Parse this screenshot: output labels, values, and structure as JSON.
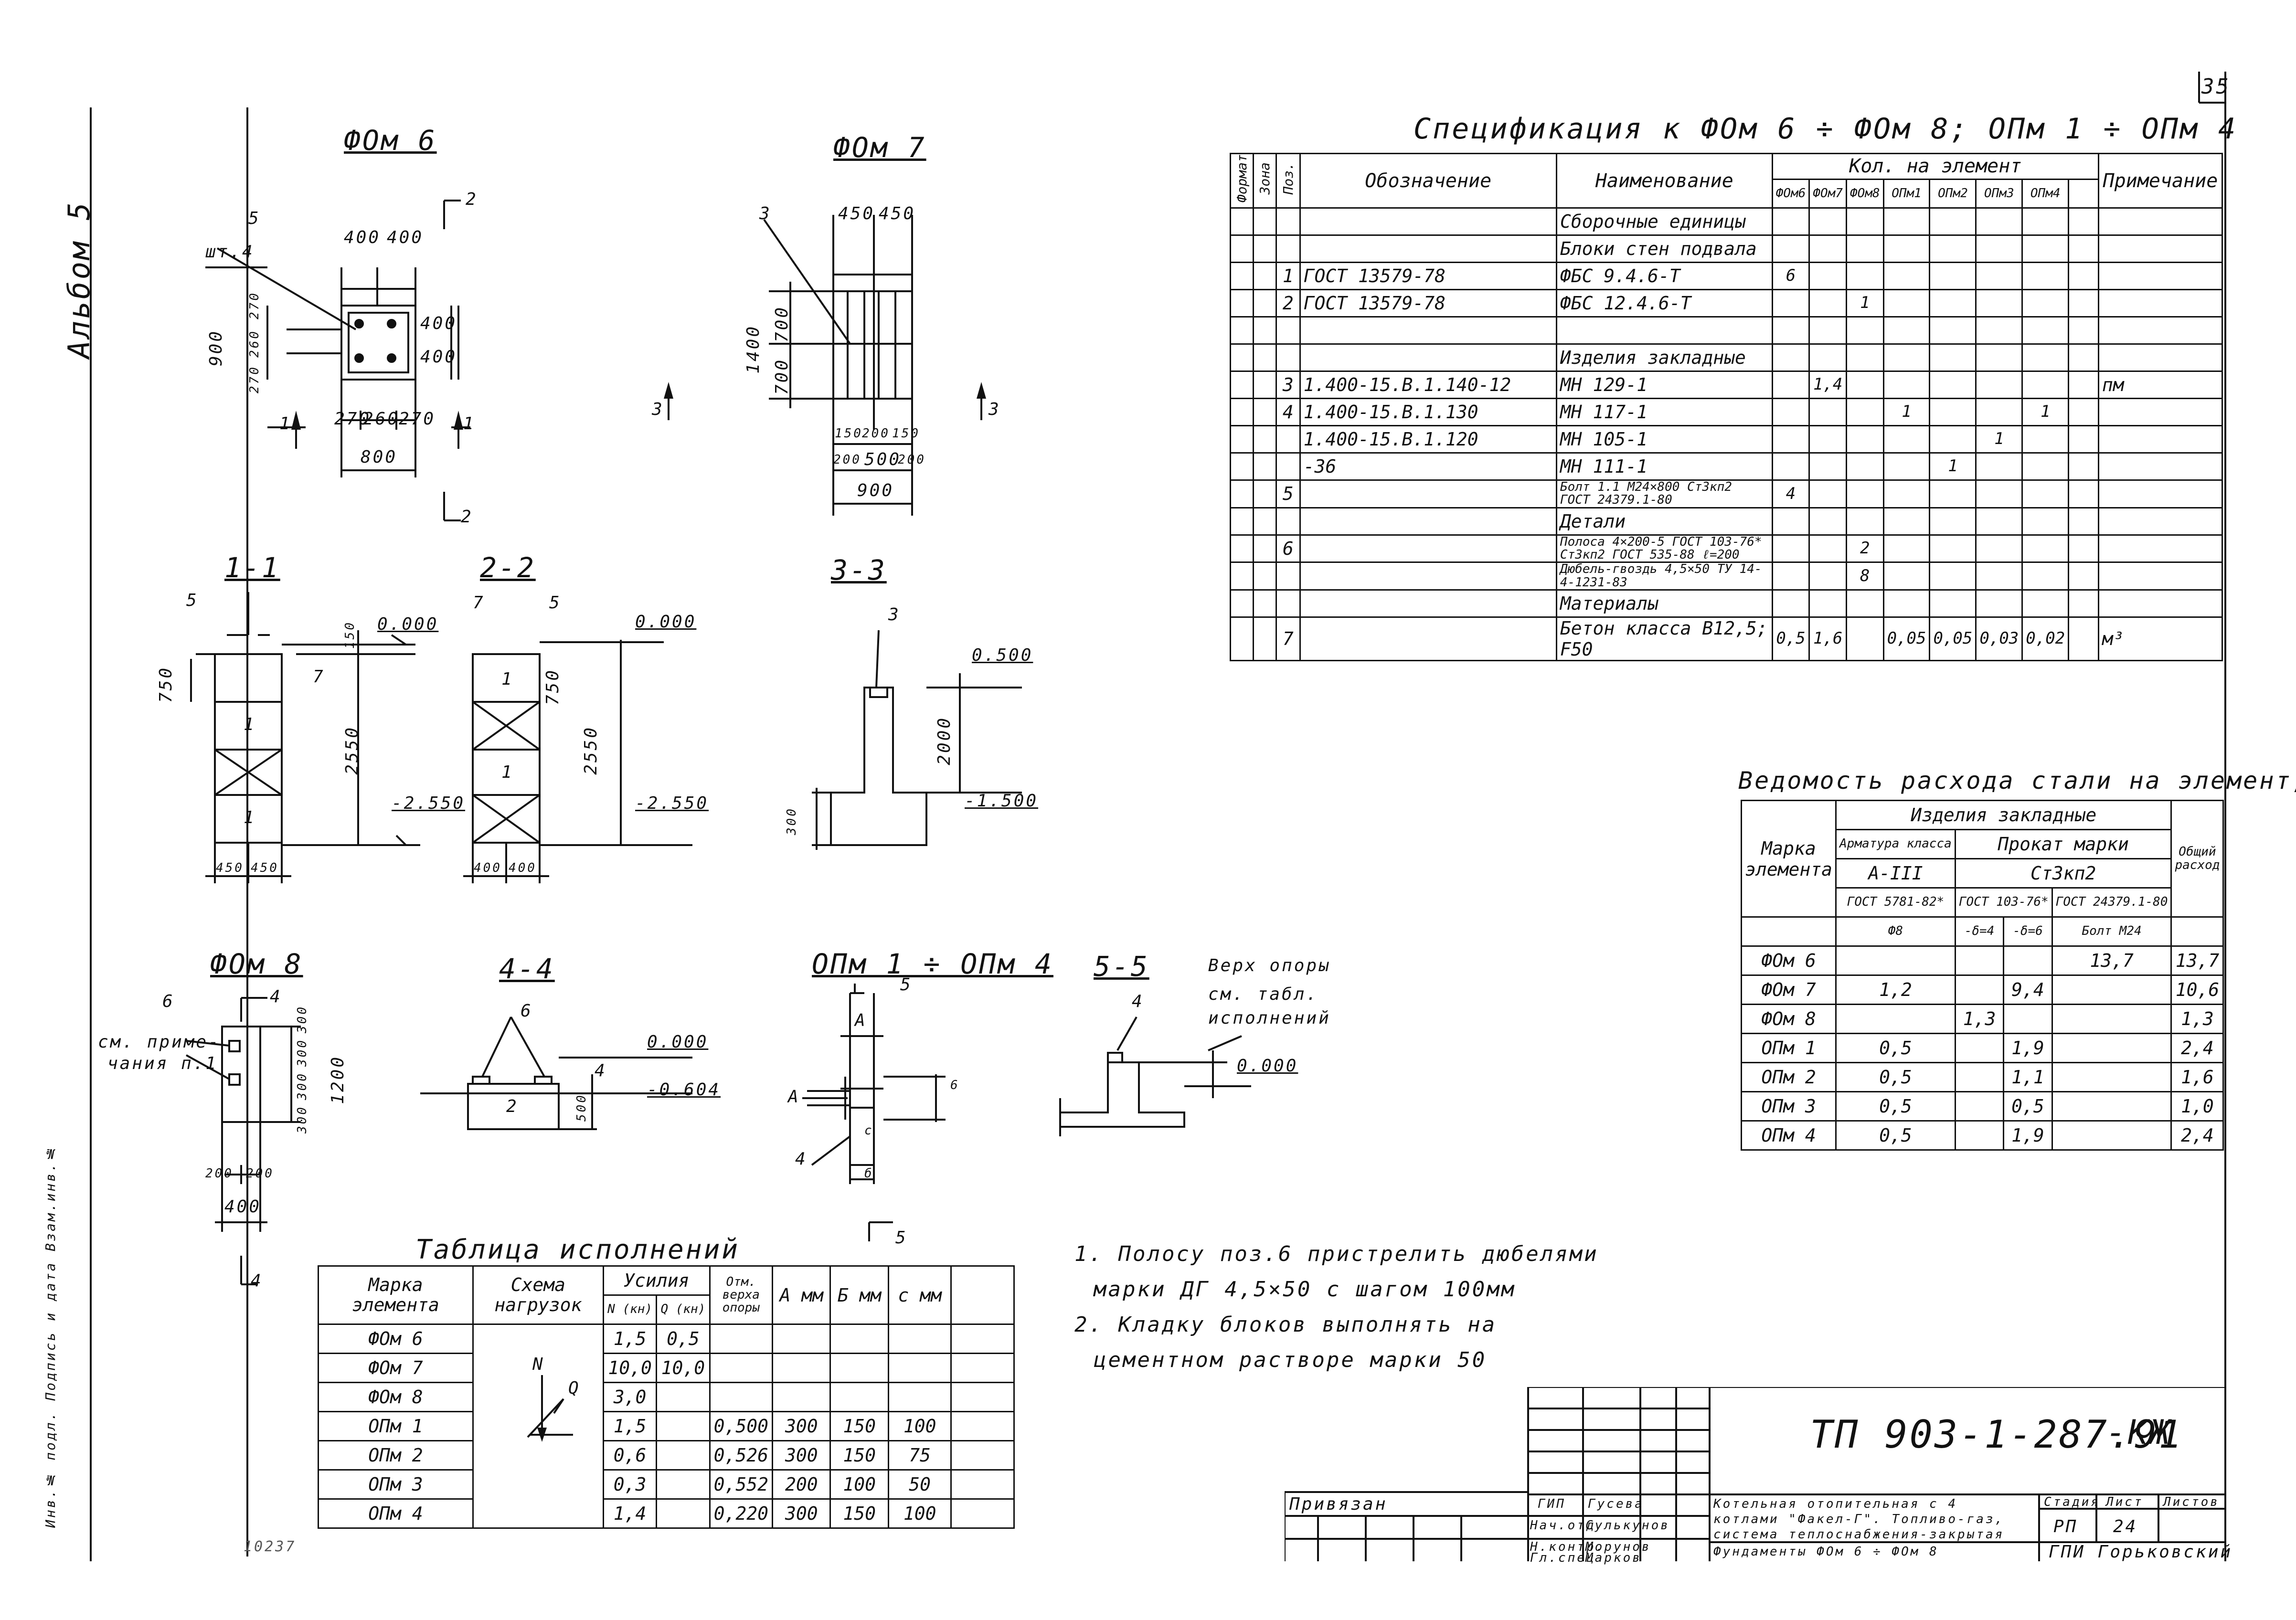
{
  "page_number": "35",
  "album": "Альбом 5",
  "stamp_vertical": "Инв.№ подл. Подпись и дата Взам.инв.№",
  "views": {
    "fom6": "ФОм 6",
    "fom7": "ФОм 7",
    "fom8": "ФОм 8",
    "s11": "1-1",
    "s22": "2-2",
    "s33": "3-3",
    "s44": "4-4",
    "s55": "5-5",
    "opm": "ОПм 1 ÷ ОПм 4"
  },
  "dims": {
    "d400a": "400",
    "d400b": "400",
    "d270a": "270",
    "d260": "260",
    "d270b": "270",
    "d900": "900",
    "d400r": "400",
    "d400r2": "400",
    "b270a": "270",
    "b260": "260",
    "b270b": "270",
    "d800": "800",
    "sht4": "шт.4",
    "p5": "5",
    "m1a": "1",
    "m1b": "1",
    "m2a": "2",
    "m2b": "2",
    "d450a": "450",
    "d450b": "450",
    "d700a": "700",
    "d700b": "700",
    "d1400": "1400",
    "d150a": "150",
    "d200a": "200",
    "d150b": "150",
    "d200b": "200",
    "d500": "500",
    "d200c": "200",
    "d900b": "900",
    "p3": "3",
    "m3a": "3",
    "m3b": "3",
    "s1_5": "5",
    "s1_7": "7",
    "s1_000": "0.000",
    "s1_150": "150",
    "s1_750": "750",
    "s1_2550": "2550",
    "s1_m2550": "-2.550",
    "s1_1a": "1",
    "s1_1b": "1",
    "s1_450a": "450",
    "s1_450b": "450",
    "s2_7": "7",
    "s2_5": "5",
    "s2_000": "0.000",
    "s2_750": "750",
    "s2_2550": "2550",
    "s2_m2550": "-2.550",
    "s2_1a": "1",
    "s2_1b": "1",
    "s2_400a": "400",
    "s2_400b": "400",
    "s3_3": "3",
    "s3_500": "0.500",
    "s3_2000": "2000",
    "s3_m1500": "-1.500",
    "s3_300": "300",
    "f8_6": "6",
    "f8_note": "см. приме-",
    "f8_note2": "чания п.1",
    "f8_300a": "300",
    "f8_300b": "300",
    "f8_300c": "300",
    "f8_300d": "300",
    "f8_1200": "1200",
    "f8_200a": "200",
    "f8_200b": "200",
    "f8_400": "400",
    "f8_4a": "4",
    "f8_4b": "4",
    "s4_6": "6",
    "s4_000": "0.000",
    "s4_m604": "-0.604",
    "s4_2": "2",
    "s4_500": "500",
    "s4_4": "4",
    "op_A1": "A",
    "op_A2": "A",
    "op_5a": "5",
    "op_5b": "5",
    "op_4": "4",
    "op_6": "6",
    "op_b": "б",
    "op_c": "с",
    "s5_4": "4",
    "s5_000": "0.000",
    "s5_note1": "Верх опоры",
    "s5_note2": "см. табл.",
    "s5_note3": "исполнений"
  },
  "spec": {
    "title": "Спецификация к ФОм 6 ÷ ФОм 8; ОПм 1 ÷ ОПм 4",
    "headers": {
      "format": "Формат",
      "zone": "Зона",
      "pos": "Поз.",
      "designation": "Обозначение",
      "name": "Наименование",
      "qty": "Кол. на элемент",
      "cols": [
        "ФОм6",
        "ФОм7",
        "ФОм8",
        "ОПм1",
        "ОПм2",
        "ОПм3",
        "ОПм4"
      ],
      "note": "Примечание"
    },
    "rows": [
      {
        "pos": "",
        "des": "",
        "name": "Сборочные единицы",
        "q": [
          "",
          "",
          "",
          "",
          "",
          "",
          ""
        ],
        "note": ""
      },
      {
        "pos": "",
        "des": "",
        "name": "Блоки стен подвала",
        "q": [
          "",
          "",
          "",
          "",
          "",
          "",
          ""
        ],
        "note": ""
      },
      {
        "pos": "1",
        "des": "ГОСТ 13579-78",
        "name": "ФБС 9.4.6-Т",
        "q": [
          "6",
          "",
          "",
          "",
          "",
          "",
          ""
        ],
        "note": ""
      },
      {
        "pos": "2",
        "des": "ГОСТ 13579-78",
        "name": "ФБС 12.4.6-Т",
        "q": [
          "",
          "",
          "1",
          "",
          "",
          "",
          ""
        ],
        "note": ""
      },
      {
        "pos": "",
        "des": "",
        "name": "",
        "q": [
          "",
          "",
          "",
          "",
          "",
          "",
          ""
        ],
        "note": ""
      },
      {
        "pos": "",
        "des": "",
        "name": "Изделия закладные",
        "q": [
          "",
          "",
          "",
          "",
          "",
          "",
          ""
        ],
        "note": ""
      },
      {
        "pos": "3",
        "des": "1.400-15.В.1.140-12",
        "name": "МН 129-1",
        "q": [
          "",
          "1,4",
          "",
          "",
          "",
          "",
          ""
        ],
        "note": "пм"
      },
      {
        "pos": "4",
        "des": "1.400-15.В.1.130",
        "name": "МН 117-1",
        "q": [
          "",
          "",
          "",
          "1",
          "",
          "",
          "1"
        ],
        "note": ""
      },
      {
        "pos": "",
        "des": "1.400-15.В.1.120",
        "name": "МН 105-1",
        "q": [
          "",
          "",
          "",
          "",
          "",
          "1",
          ""
        ],
        "note": ""
      },
      {
        "pos": "",
        "des": "-36",
        "name": "МН 111-1",
        "q": [
          "",
          "",
          "",
          "",
          "1",
          "",
          ""
        ],
        "note": ""
      },
      {
        "pos": "5",
        "des": "",
        "name": "Болт 1.1 М24×800 Ст3кп2 ГОСТ 24379.1-80",
        "q": [
          "4",
          "",
          "",
          "",
          "",
          "",
          ""
        ],
        "note": ""
      },
      {
        "pos": "",
        "des": "",
        "name": "Детали",
        "q": [
          "",
          "",
          "",
          "",
          "",
          "",
          ""
        ],
        "note": ""
      },
      {
        "pos": "6",
        "des": "",
        "name": "Полоса 4×200-5 ГОСТ 103-76* Ст3кп2 ГОСТ 535-88 ℓ=200",
        "q": [
          "",
          "",
          "2",
          "",
          "",
          "",
          ""
        ],
        "note": ""
      },
      {
        "pos": "",
        "des": "",
        "name": "Дюбель-гвоздь 4,5×50 ТУ 14-4-1231-83",
        "q": [
          "",
          "",
          "8",
          "",
          "",
          "",
          ""
        ],
        "note": ""
      },
      {
        "pos": "",
        "des": "",
        "name": "Материалы",
        "q": [
          "",
          "",
          "",
          "",
          "",
          "",
          ""
        ],
        "note": ""
      },
      {
        "pos": "7",
        "des": "",
        "name": "Бетон класса В12,5; F50",
        "q": [
          "0,5",
          "1,6",
          "",
          "0,05",
          "0,05",
          "0,03",
          "0,02"
        ],
        "note": "м³"
      }
    ]
  },
  "steel": {
    "title": "Ведомость расхода стали на элемент, кг",
    "h_mark": "Марка элемента",
    "h_items": "Изделия закладные",
    "h_arm": "Арматура класса",
    "h_prokat": "Прокат марки",
    "h_total": "Общий расход",
    "h_a3": "А-III",
    "h_st": "Ст3кп2",
    "h_g1": "ГОСТ 5781-82*",
    "h_g2": "ГОСТ 103-76*",
    "h_g3": "ГОСТ 24379.1-80",
    "h_f8": "Ф8",
    "h_d4": "-δ=4",
    "h_d6": "-δ=6",
    "h_bolt": "Болт М24",
    "rows": [
      {
        "m": "ФОм 6",
        "v": [
          "",
          "",
          "",
          "13,7"
        ],
        "t": "13,7"
      },
      {
        "m": "ФОм 7",
        "v": [
          "1,2",
          "",
          "9,4",
          ""
        ],
        "t": "10,6"
      },
      {
        "m": "ФОм 8",
        "v": [
          "",
          "1,3",
          "",
          ""
        ],
        "t": "1,3"
      },
      {
        "m": "ОПм 1",
        "v": [
          "0,5",
          "",
          "1,9",
          ""
        ],
        "t": "2,4"
      },
      {
        "m": "ОПм 2",
        "v": [
          "0,5",
          "",
          "1,1",
          ""
        ],
        "t": "1,6"
      },
      {
        "m": "ОПм 3",
        "v": [
          "0,5",
          "",
          "0,5",
          ""
        ],
        "t": "1,0"
      },
      {
        "m": "ОПм 4",
        "v": [
          "0,5",
          "",
          "1,9",
          ""
        ],
        "t": "2,4"
      }
    ]
  },
  "exec_table": {
    "title": "Таблица исполнений",
    "h_mark": "Марка элемента",
    "h_scheme": "Схема нагрузок",
    "h_force": "Усилия",
    "h_n": "N (кн)",
    "h_q": "Q (кн)",
    "h_otm": "Отм. верха опоры",
    "h_a": "А мм",
    "h_b": "Б мм",
    "h_c": "с мм",
    "scheme_n": "N",
    "scheme_q": "Q",
    "rows": [
      {
        "m": "ФОм 6",
        "n": "1,5",
        "q": "0,5",
        "otm": "",
        "a": "",
        "b": "",
        "c": ""
      },
      {
        "m": "ФОм 7",
        "n": "10,0",
        "q": "10,0",
        "otm": "",
        "a": "",
        "b": "",
        "c": ""
      },
      {
        "m": "ФОм 8",
        "n": "3,0",
        "q": "",
        "otm": "",
        "a": "",
        "b": "",
        "c": ""
      },
      {
        "m": "ОПм 1",
        "n": "1,5",
        "q": "",
        "otm": "0,500",
        "a": "300",
        "b": "150",
        "c": "100"
      },
      {
        "m": "ОПм 2",
        "n": "0,6",
        "q": "",
        "otm": "0,526",
        "a": "300",
        "b": "150",
        "c": "75"
      },
      {
        "m": "ОПм 3",
        "n": "0,3",
        "q": "",
        "otm": "0,552",
        "a": "200",
        "b": "100",
        "c": "50"
      },
      {
        "m": "ОПм 4",
        "n": "1,4",
        "q": "",
        "otm": "0,220",
        "a": "300",
        "b": "150",
        "c": "100"
      }
    ]
  },
  "notes": [
    "1. Полосу поз.6 пристрелить дюбелями",
    "марки ДГ 4,5×50 с шагом 100мм",
    "2. Кладку блоков выполнять на",
    "цементном растворе марки 50"
  ],
  "bottom_left_code": "10237",
  "title_block": {
    "code": "ТП 903-1-287.91",
    "suffix": "-КЖ",
    "privyazan": "Привязан",
    "roles": [
      "ГИП",
      "Нач.отд",
      "Н.контр.",
      "Гл.спец"
    ],
    "names": [
      "Гусева",
      "Сулькунов",
      "Морунов",
      "Марков"
    ],
    "desc1": "Котельная отопительная с 4",
    "desc2": "котлами \"Факел-Г\". Топливо-газ,",
    "desc3": "система теплоснабжения-закрытая",
    "sheet_title": "Фундаменты ФОм 6 ÷ ФОм 8",
    "stage_h": "Стадия",
    "sheet_h": "Лист",
    "sheets_h": "Листов",
    "stage": "РП",
    "sheet": "24",
    "org": "ГПИ Горьковский"
  }
}
